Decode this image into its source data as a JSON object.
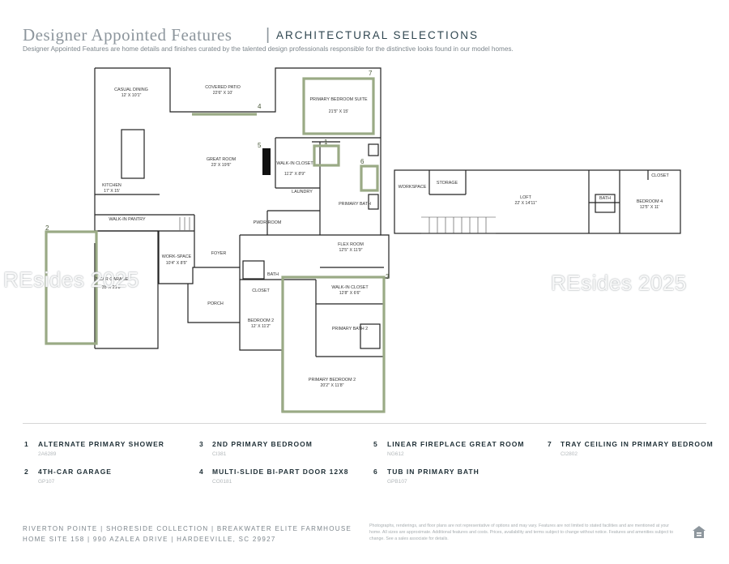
{
  "header": {
    "title": "Designer Appointed Features",
    "separator": "|",
    "subtitle": "ARCHITECTURAL SELECTIONS",
    "description": "Designer Appointed Features are home details and finishes curated by the talented design professionals responsible for the distinctive looks found in our model homes."
  },
  "watermarks": [
    "REsides 2025",
    "REsides 2025"
  ],
  "rooms": {
    "casual_dining": {
      "name": "CASUAL DINING",
      "dim": "12' X 10'1\""
    },
    "covered_patio": {
      "name": "COVERED PATIO",
      "dim": "22'6\" X 10'"
    },
    "primary_bedroom_suite": {
      "name": "PRIMARY BEDROOM SUITE",
      "dim": "21'5\" X 15'"
    },
    "great_room": {
      "name": "GREAT ROOM",
      "dim": "23' X 19'6\""
    },
    "walk_in_closet": {
      "name": "WALK-IN CLOSET",
      "dim": "11'2\" X 8'9\""
    },
    "kitchen": {
      "name": "KITCHEN",
      "dim": "17' X 15'"
    },
    "laundry": {
      "name": "LAUNDRY"
    },
    "primary_bath": {
      "name": "PRIMARY BATH"
    },
    "pwdr_room": {
      "name": "PWDR ROOM"
    },
    "flex_room": {
      "name": "FLEX ROOM",
      "dim": "12'5\" X 11'9\""
    },
    "workspace": {
      "name": "WORK-SPACE",
      "dim": "10'4\" X 8'5\""
    },
    "foyer": {
      "name": "FOYER"
    },
    "garage": {
      "name": "3-CAR GARAGE",
      "dim": "35' X 21'8\""
    },
    "bath": {
      "name": "BATH"
    },
    "closet": {
      "name": "CLOSET"
    },
    "porch": {
      "name": "PORCH"
    },
    "bedroom2": {
      "name": "BEDROOM 2",
      "dim": "12' X 11'2\""
    },
    "walk_in_closet2": {
      "name": "WALK-IN CLOSET",
      "dim": "12'8\" X 6'6\""
    },
    "primary_bath2": {
      "name": "PRIMARY BATH 2"
    },
    "primary_bedroom2": {
      "name": "PRIMARY BEDROOM 2",
      "dim": "20'2\" X 11'8\""
    },
    "loft": {
      "name": "LOFT",
      "dim": "22' X 14'11\""
    },
    "bedroom4": {
      "name": "BEDROOM 4",
      "dim": "12'5\" X 11'"
    },
    "storage": {
      "name": "STORAGE"
    },
    "workspace_up": {
      "name": "WORKSPACE"
    },
    "bath_up": {
      "name": "BATH"
    },
    "closet_up": {
      "name": "CLOSET"
    },
    "walk_in_pantry": {
      "name": "WALK-IN PANTRY"
    }
  },
  "callouts": [
    "1",
    "2",
    "3",
    "4",
    "5",
    "6",
    "7"
  ],
  "legend": [
    {
      "num": "1",
      "name": "ALTERNATE PRIMARY SHOWER",
      "code": "2A6289"
    },
    {
      "num": "2",
      "name": "4TH-CAR GARAGE",
      "code": "GP107"
    },
    {
      "num": "3",
      "name": "2ND PRIMARY BEDROOM",
      "code": "CI381"
    },
    {
      "num": "4",
      "name": "MULTI-SLIDE BI-PART DOOR 12X8",
      "code": "CO0181"
    },
    {
      "num": "5",
      "name": "LINEAR FIREPLACE GREAT ROOM",
      "code": "NG612"
    },
    {
      "num": "6",
      "name": "TUB IN PRIMARY BATH",
      "code": "GPB107"
    },
    {
      "num": "7",
      "name": "TRAY CEILING IN PRIMARY BEDROOM",
      "code": "CI2802"
    }
  ],
  "footer": {
    "line1": "RIVERTON POINTE  |  SHORESIDE COLLECTION  |  BREAKWATER ELITE FARMHOUSE",
    "line2": "HOME SITE 158  |  990 AZALEA DRIVE  |  HARDEEVILLE, SC 29927",
    "disclaimer": "Photographs, renderings, and floor plans are not representative of options and may vary. Features are not limited to stated facilities and are mentioned at your home. All sizes are approximate. Additional features and costs. Prices, availability and terms subject to change without notice. Features and amenities subject to change. See a sales associate for details."
  },
  "colors": {
    "highlight": "#9aaa85",
    "title": "#8d969d",
    "subtitle": "#2f4650"
  },
  "icons": {
    "equal_housing": "equal-housing-icon"
  }
}
